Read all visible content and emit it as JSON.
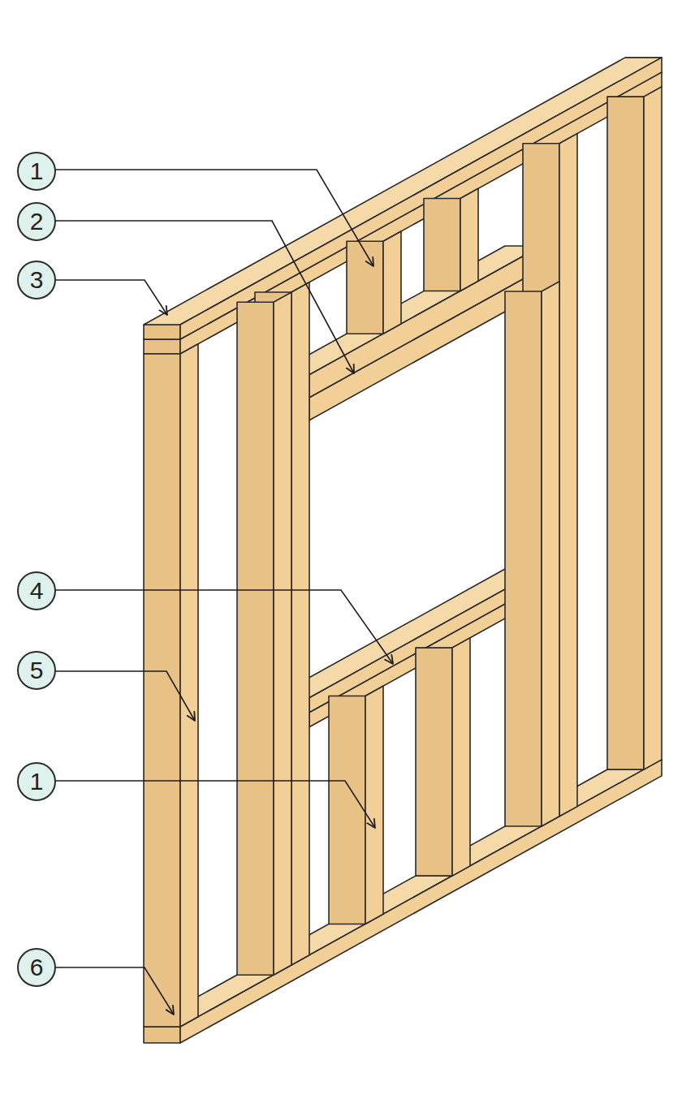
{
  "diagram": {
    "labels": [
      "1",
      "2",
      "3",
      "4",
      "5",
      "1",
      "6"
    ]
  }
}
